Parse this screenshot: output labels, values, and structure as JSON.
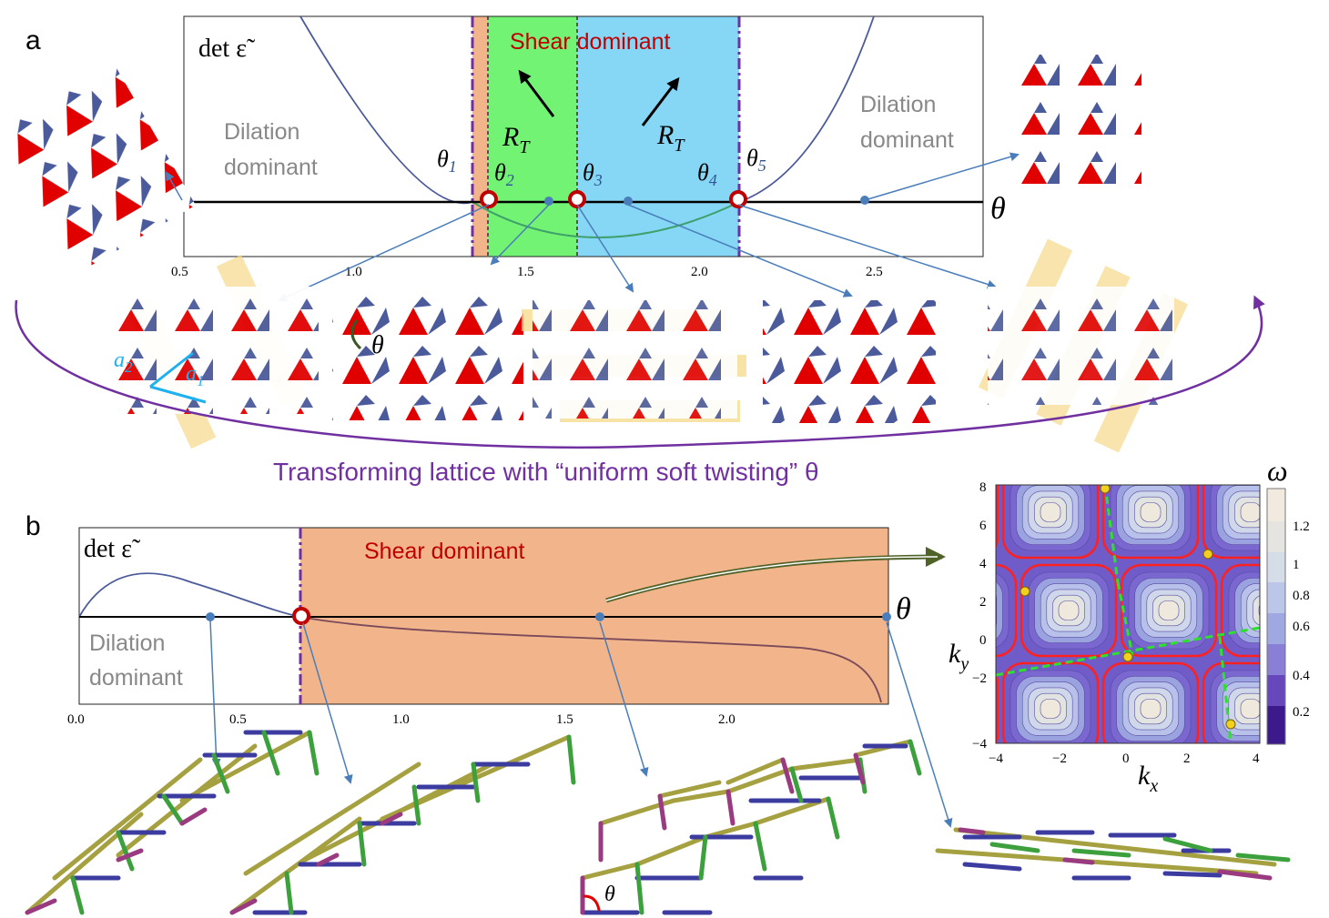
{
  "panel_a": {
    "label": "a",
    "det_label": "det ε̃",
    "shear_label": "Shear dominant",
    "dilation_left": [
      "Dilation",
      "dominant"
    ],
    "dilation_right": [
      "Dilation",
      "dominant"
    ],
    "rt_label": "R",
    "rt_sub": "T",
    "axis_label": "θ",
    "x_ticks": [
      "0.5",
      "1.0",
      "1.5",
      "2.0",
      "2.5"
    ],
    "thetas": [
      {
        "sym": "θ",
        "sub": "1"
      },
      {
        "sym": "θ",
        "sub": "2"
      },
      {
        "sym": "θ",
        "sub": "3"
      },
      {
        "sym": "θ",
        "sub": "4"
      },
      {
        "sym": "θ",
        "sub": "5"
      }
    ],
    "lattice_theta": "θ",
    "a2": "a",
    "a2_sub": "2",
    "a1": "a",
    "a1_sub": "1",
    "caption": "Transforming lattice with “uniform soft twisting” θ",
    "colors": {
      "orange": "#f2b48a",
      "green": "#73f373",
      "blue": "#86d6f5",
      "purple": "#7030a0",
      "red": "#e00000",
      "navy": "#4b5a9a"
    }
  },
  "panel_b": {
    "label": "b",
    "det_label": "det ε̃",
    "shear_label": "Shear dominant",
    "dilation": [
      "Dilation",
      "dominant"
    ],
    "axis_label": "θ",
    "x_ticks": [
      "0.0",
      "0.5",
      "1.0",
      "1.5",
      "2.0"
    ],
    "bond_theta": "θ"
  },
  "inset": {
    "kx": "k",
    "kx_sub": "x",
    "ky": "k",
    "ky_sub": "y",
    "omega": "ω",
    "x_ticks": [
      "−4",
      "−2",
      "0",
      "2",
      "4"
    ],
    "y_ticks": [
      "8",
      "6",
      "4",
      "2",
      "0",
      "−2",
      "−4"
    ],
    "colorbar_ticks": [
      "1.2",
      "1",
      "0.8",
      "0.6",
      "0.4",
      "0.2"
    ]
  }
}
